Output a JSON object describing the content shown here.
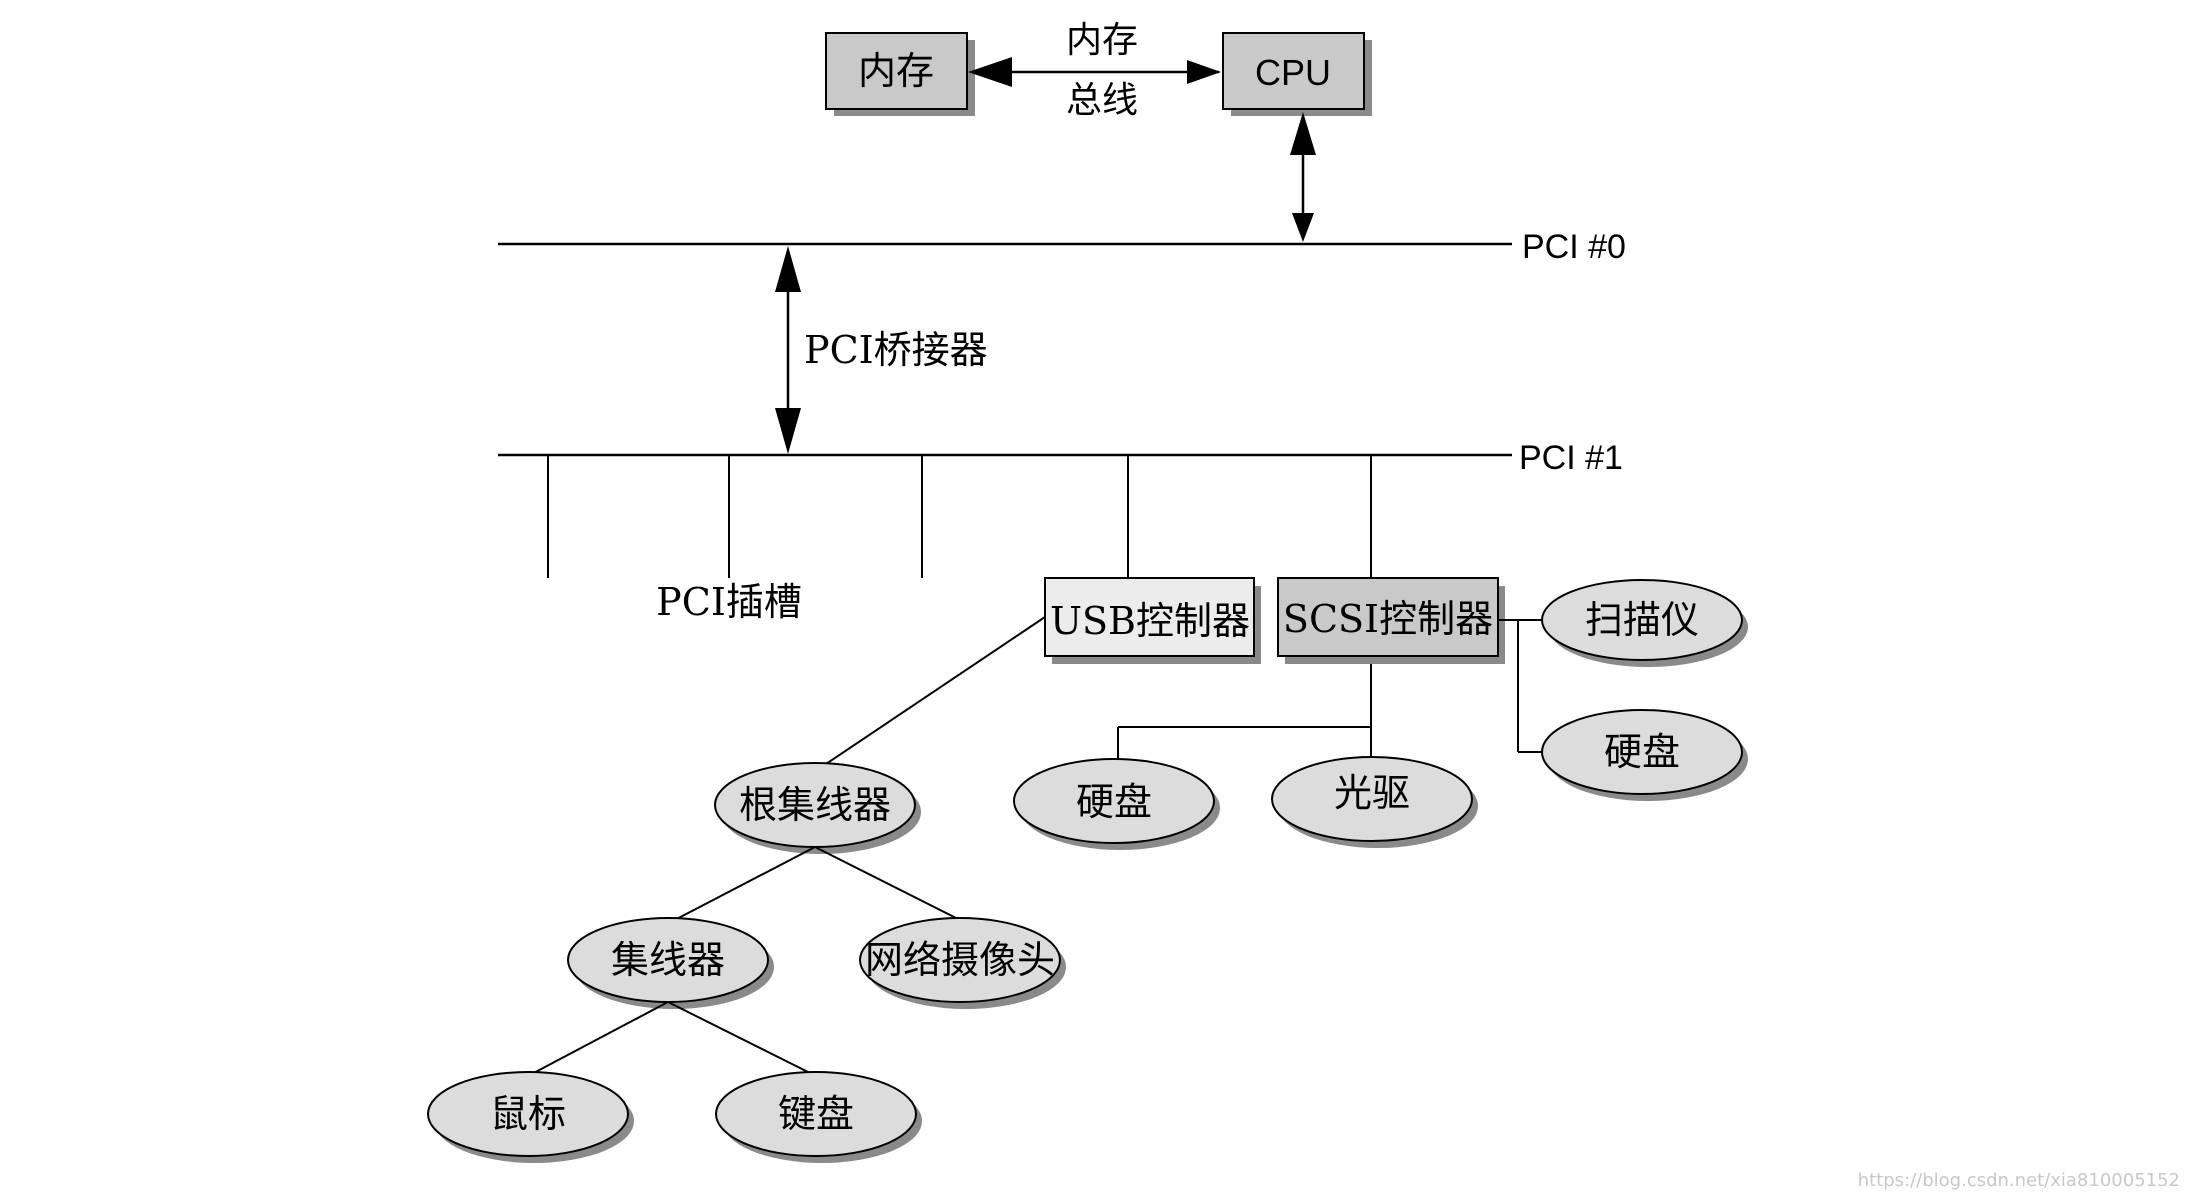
{
  "nodes": {
    "memory": "内存",
    "cpu": "CPU",
    "memory_bus": [
      "内存",
      "总线"
    ],
    "pci0": "PCI #0",
    "pci1": "PCI #1",
    "pci_bridge": "PCI桥接器",
    "pci_slot": "PCI插槽",
    "usb_controller": "USB控制器",
    "scsi_controller": "SCSI控制器",
    "scanner": "扫描仪",
    "hard_disk_right": "硬盘",
    "hard_disk_mid": "硬盘",
    "optical_drive": "光驱",
    "root_hub": "根集线器",
    "hub": "集线器",
    "webcam": "网络摄像头",
    "mouse": "鼠标",
    "keyboard": "键盘"
  },
  "watermark": "https://blog.csdn.net/xia810005152",
  "colors": {
    "box_gray": "#c9c9c9",
    "box_light": "#ececec",
    "ellipse_fill": "#dcdcdc",
    "shadow": "#8a8a8a",
    "line": "#000000"
  }
}
